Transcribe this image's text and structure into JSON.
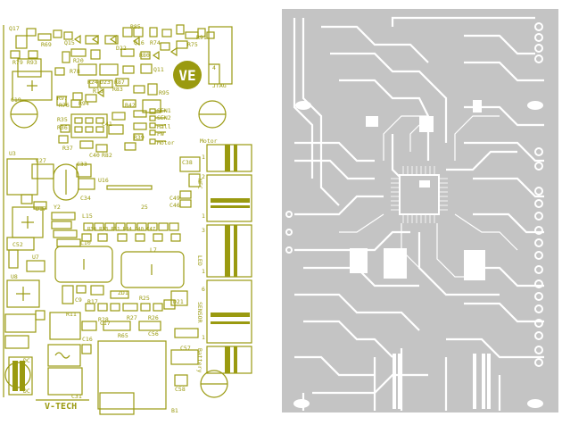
{
  "silk": {
    "color": "#9a9a10",
    "fill": "#b8b830",
    "board_title": "V-TECH",
    "logo_text": "VE",
    "labels": {
      "q17": "Q17",
      "r69": "R69",
      "q15": "Q15",
      "r85": "R85",
      "q16": "Q16",
      "r74": "R74",
      "r75": "R75",
      "r91": "R91",
      "r79": "R79",
      "r93": "R93",
      "r20": "R20",
      "d22": "D22",
      "r80": "R80",
      "r78": "R78",
      "q11": "Q11",
      "r24": "R24",
      "r13": "R13",
      "d23": "D23",
      "r87": "R87",
      "r83": "R83",
      "r95": "R95",
      "c19": "C19",
      "r97": "R97",
      "r94": "R94",
      "r76": "R76",
      "jtag": "JTAG",
      "r42": "R42",
      "sen1": "SEN1",
      "sen2": "SEN2",
      "r35": "R35",
      "r36": "R36",
      "c41": "C41",
      "r39": "R39",
      "hall": "Hall",
      "pw": "PW",
      "motor_small": "Motor",
      "r37": "R37",
      "c40": "C40",
      "r82": "R82",
      "motor": "Motor",
      "u3": "U3",
      "c27": "C27",
      "c38": "C38",
      "c33": "C33",
      "y2": "Y2",
      "c34": "C34",
      "u16": "U16",
      "d17": "D17",
      "c49": "C49",
      "c46": "C46",
      "n25": "25",
      "l15": "L15",
      "ch_row": "R30 R33 R31 R34 C40 C47",
      "l10": "L10",
      "c52": "C52",
      "u7": "U7",
      "l7": "L7",
      "u8": "U8",
      "c9": "C9",
      "r17": "R17",
      "zd1": "ZD1",
      "r25": "R25",
      "d21": "D21",
      "r11": "R11",
      "r28": "R28",
      "r27": "R27",
      "r26": "R26",
      "c17": "C17",
      "c56": "C56",
      "c57": "C57",
      "c16": "C16",
      "r65": "R65",
      "c31": "C31",
      "c58": "C58",
      "b1": "B1",
      "dc": "DC",
      "sensor": "SENSOR",
      "led": "LED",
      "nfc": "NFC",
      "battery": "Battery",
      "p1a": "1",
      "p1b": "1",
      "p1c": "1",
      "p1d": "1",
      "p2": "2",
      "p3": "3",
      "p4": "4",
      "p6": "6"
    }
  },
  "copper": {
    "color": "#c4c4c4",
    "hole_color": "#ffffff"
  }
}
